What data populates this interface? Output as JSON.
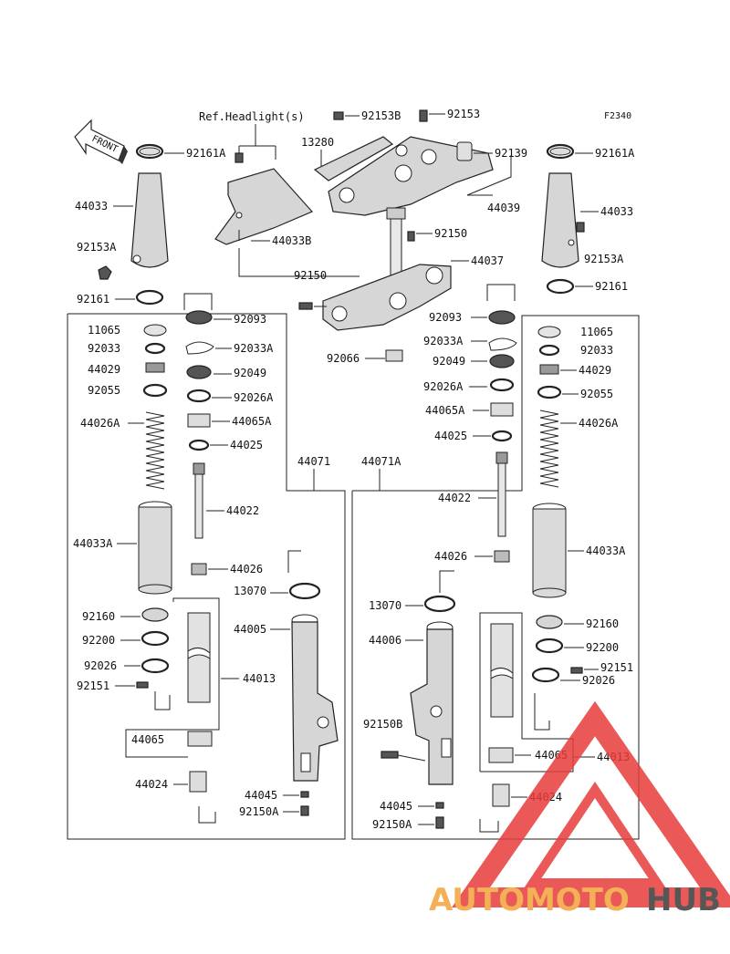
{
  "figure_code": "F2340",
  "ref_note": "Ref.Headlight(s)",
  "front_arrow": "FRONT",
  "watermark": {
    "part1": "AUTOMOTO",
    "part2": "HUB",
    "color1": "#f2a33a",
    "color2": "#3a3a3a",
    "triangle_color": "#e83b3b"
  },
  "labels": {
    "p92153B": "92153B",
    "p92153_top": "92153",
    "p13280": "13280",
    "p92139": "92139",
    "p92161A_l": "92161A",
    "p92161A_r": "92161A",
    "p44033_l": "44033",
    "p44033_r": "44033",
    "p44039": "44039",
    "p44033B": "44033B",
    "p92153A_l": "92153A",
    "p92153A_r": "92153A",
    "p92150_a": "92150",
    "p44037": "44037",
    "p92150_b": "92150",
    "p92161_l": "92161",
    "p92161_r": "92161",
    "p92066": "92066",
    "p92093_l": "92093",
    "p92093_r": "92093",
    "p11065_l": "11065",
    "p11065_r": "11065",
    "p92033_l": "92033",
    "p92033_r": "92033",
    "p92033A_l": "92033A",
    "p92033A_r": "92033A",
    "p44029_l": "44029",
    "p44029_r": "44029",
    "p92049_l": "92049",
    "p92049_r": "92049",
    "p92055_l": "92055",
    "p92055_r": "92055",
    "p92026A_l": "92026A",
    "p92026A_r": "92026A",
    "p44026A_l": "44026A",
    "p44026A_r": "44026A",
    "p44065A_l": "44065A",
    "p44065A_r": "44065A",
    "p44025_l": "44025",
    "p44025_r": "44025",
    "p44071": "44071",
    "p44071A": "44071A",
    "p44022_l": "44022",
    "p44022_r": "44022",
    "p44033A_l": "44033A",
    "p44033A_r": "44033A",
    "p44026_l": "44026",
    "p44026_r": "44026",
    "p13070_l": "13070",
    "p13070_r": "13070",
    "p92160_l": "92160",
    "p92160_r": "92160",
    "p44005": "44005",
    "p44006": "44006",
    "p92200_l": "92200",
    "p92200_r": "92200",
    "p92026_l": "92026",
    "p92026_r": "92026",
    "p44013_l": "44013",
    "p44013_r": "44013",
    "p92151_l": "92151",
    "p92151_r": "92151",
    "p92150B": "92150B",
    "p44065_l": "44065",
    "p44065_r": "44065",
    "p44024_l": "44024",
    "p44024_r": "44024",
    "p44045_l": "44045",
    "p44045_r": "44045",
    "p92150A_l": "92150A",
    "p92150A_r": "92150A"
  }
}
